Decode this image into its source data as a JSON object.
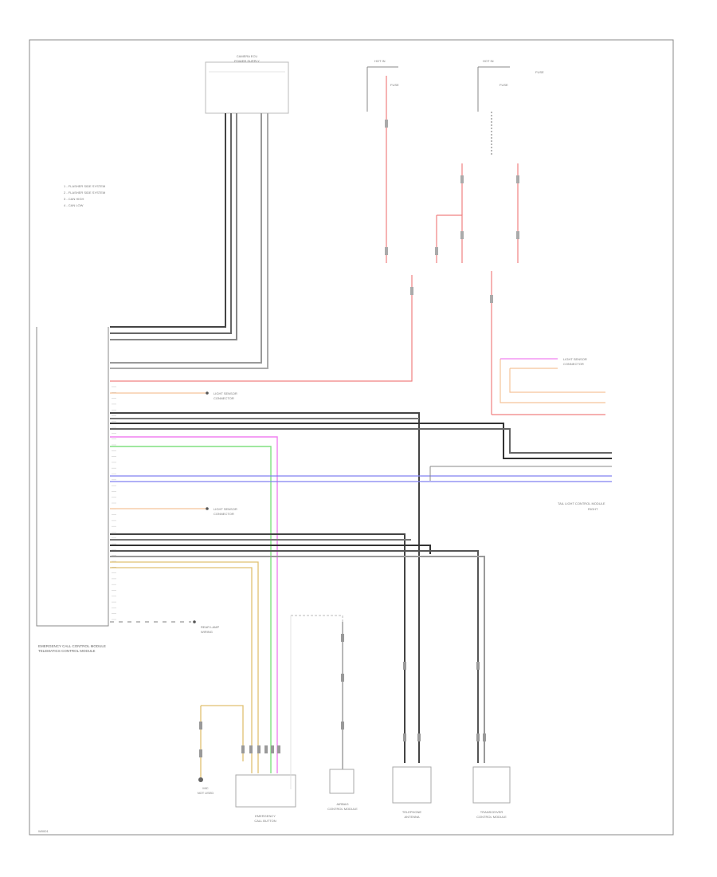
{
  "labels": {
    "camera_ecu_top": "CAMERA ECU",
    "camera_ecu_sub": "POWER SUPPLY",
    "legend": [
      "1 - FLASHER SIDE SYSTEM",
      "2 - FLASHER SIDE SYSTEM",
      "3 - CAN HIGH",
      "4 - CAN LOW"
    ],
    "relay_left": "HOT IN",
    "relay_right": "HOT IN",
    "fuse_left": "FUSE",
    "fuse_right": "FUSE",
    "tail_light": "REAR LAMP",
    "tail_light_sub": "WIRING",
    "light_sensor_1": "LIGHT SENSOR",
    "light_sensor_1_sub": "CONNECTOR",
    "light_sensor_2": "LIGHT SENSOR",
    "light_sensor_2_sub": "CONNECTOR",
    "light_sensor_3": "LIGHT SENSOR",
    "light_sensor_3_sub": "CONNECTOR",
    "right_module": "TAIL LIGHT CONTROL MODULE",
    "right_module_sub": "RIGHT",
    "ecu_main": "EMERGENCY CALL CONTROL MODULE",
    "ecu_main_sub": "TELEMATICS CONTROL MODULE",
    "left_component": "MIC",
    "left_component_sub": "NOT USED",
    "emergency_button": "EMERGENCY",
    "emergency_button_sub": "CALL BUTTON",
    "airbag_module": "AIRBAG",
    "airbag_module_sub": "CONTROL MODULE",
    "telephone_antenna": "TELEPHONE",
    "telephone_antenna_sub": "ANTENNA",
    "transceiver_module": "TRANSCEIVER",
    "transceiver_module_sub": "CONTROL MODULE",
    "page_id": "W0001"
  },
  "colors": {
    "red": "#f08080",
    "orange": "#f5c49a",
    "magenta": "#f080f0",
    "green": "#80e080",
    "blue": "#8080f0",
    "black": "#222222",
    "gray": "#aaaaaa",
    "yellow": "#e0c070",
    "frame": "#888888"
  }
}
